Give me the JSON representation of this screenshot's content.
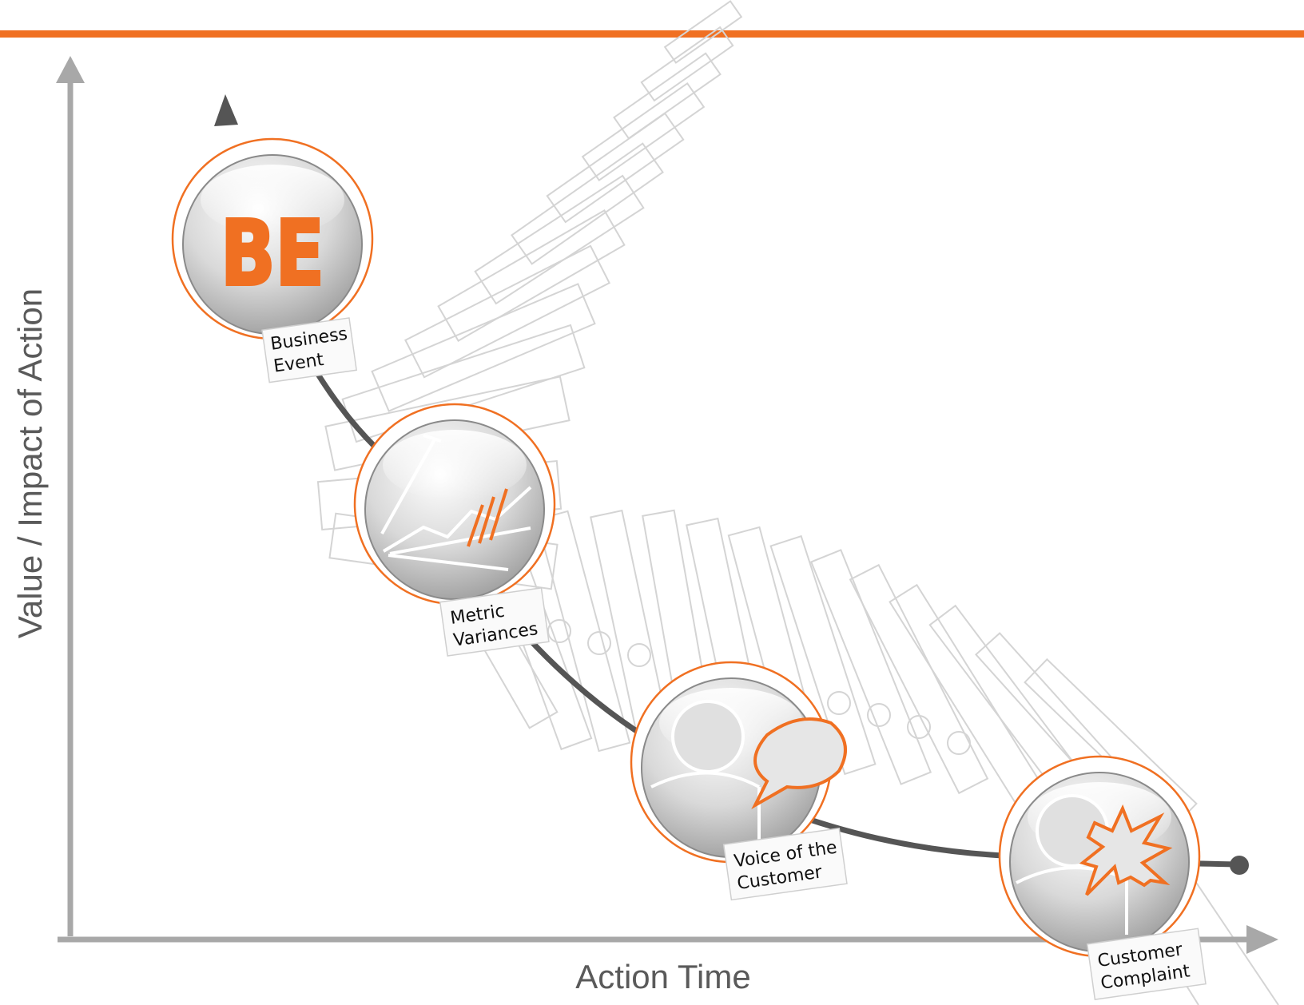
{
  "colors": {
    "accent": "#f07022",
    "axis": "#a8a8a8",
    "curve": "#555555",
    "text": "#5a5a5a"
  },
  "axes": {
    "y_label": "Value / Impact of Action",
    "x_label": "Action Time"
  },
  "nodes": [
    {
      "label_line1": "Business",
      "label_line2": "Event",
      "icon": "business-event-icon",
      "icon_text": "BE"
    },
    {
      "label_line1": "Metric",
      "label_line2": "Variances",
      "icon": "chart-icon"
    },
    {
      "label_line1": "Voice of the",
      "label_line2": "Customer",
      "icon": "speech-person-icon"
    },
    {
      "label_line1": "Customer",
      "label_line2": "Complaint",
      "icon": "complaint-person-icon"
    }
  ]
}
